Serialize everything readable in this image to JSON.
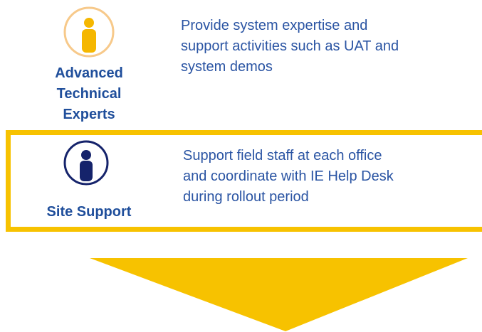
{
  "roles": [
    {
      "label": "Advanced\nTechnical\nExperts",
      "description": "Provide system expertise and\nsupport activities such as UAT and\nsystem demos",
      "icon": "person-icon",
      "icon_color": "#f5b700"
    },
    {
      "label": "Site Support",
      "description": "Support field staff at each office\nand coordinate with IE Help Desk\nduring rollout period",
      "icon": "person-icon",
      "icon_color": "#15236b"
    }
  ],
  "colors": {
    "accent": "#f7c200",
    "text": "#1f4e9b",
    "arrow": "#f7c200"
  }
}
